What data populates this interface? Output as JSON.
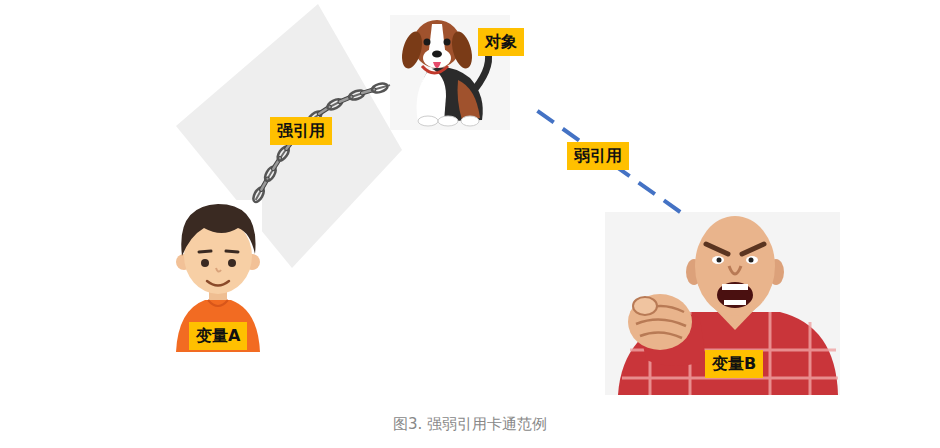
{
  "diagram": {
    "caption": "图3. 强弱引用卡通范例",
    "nodes": [
      {
        "text": [
          "对象"
        ]
      },
      {
        "text": [
          "变量A"
        ]
      },
      {
        "text": [
          "变量B"
        ]
      }
    ],
    "edges": [
      {
        "from": 1,
        "to": 0,
        "arrow": "none",
        "label": "强引用"
      },
      {
        "from": 2,
        "to": 0,
        "arrow": "none",
        "label": "弱引用"
      }
    ]
  }
}
